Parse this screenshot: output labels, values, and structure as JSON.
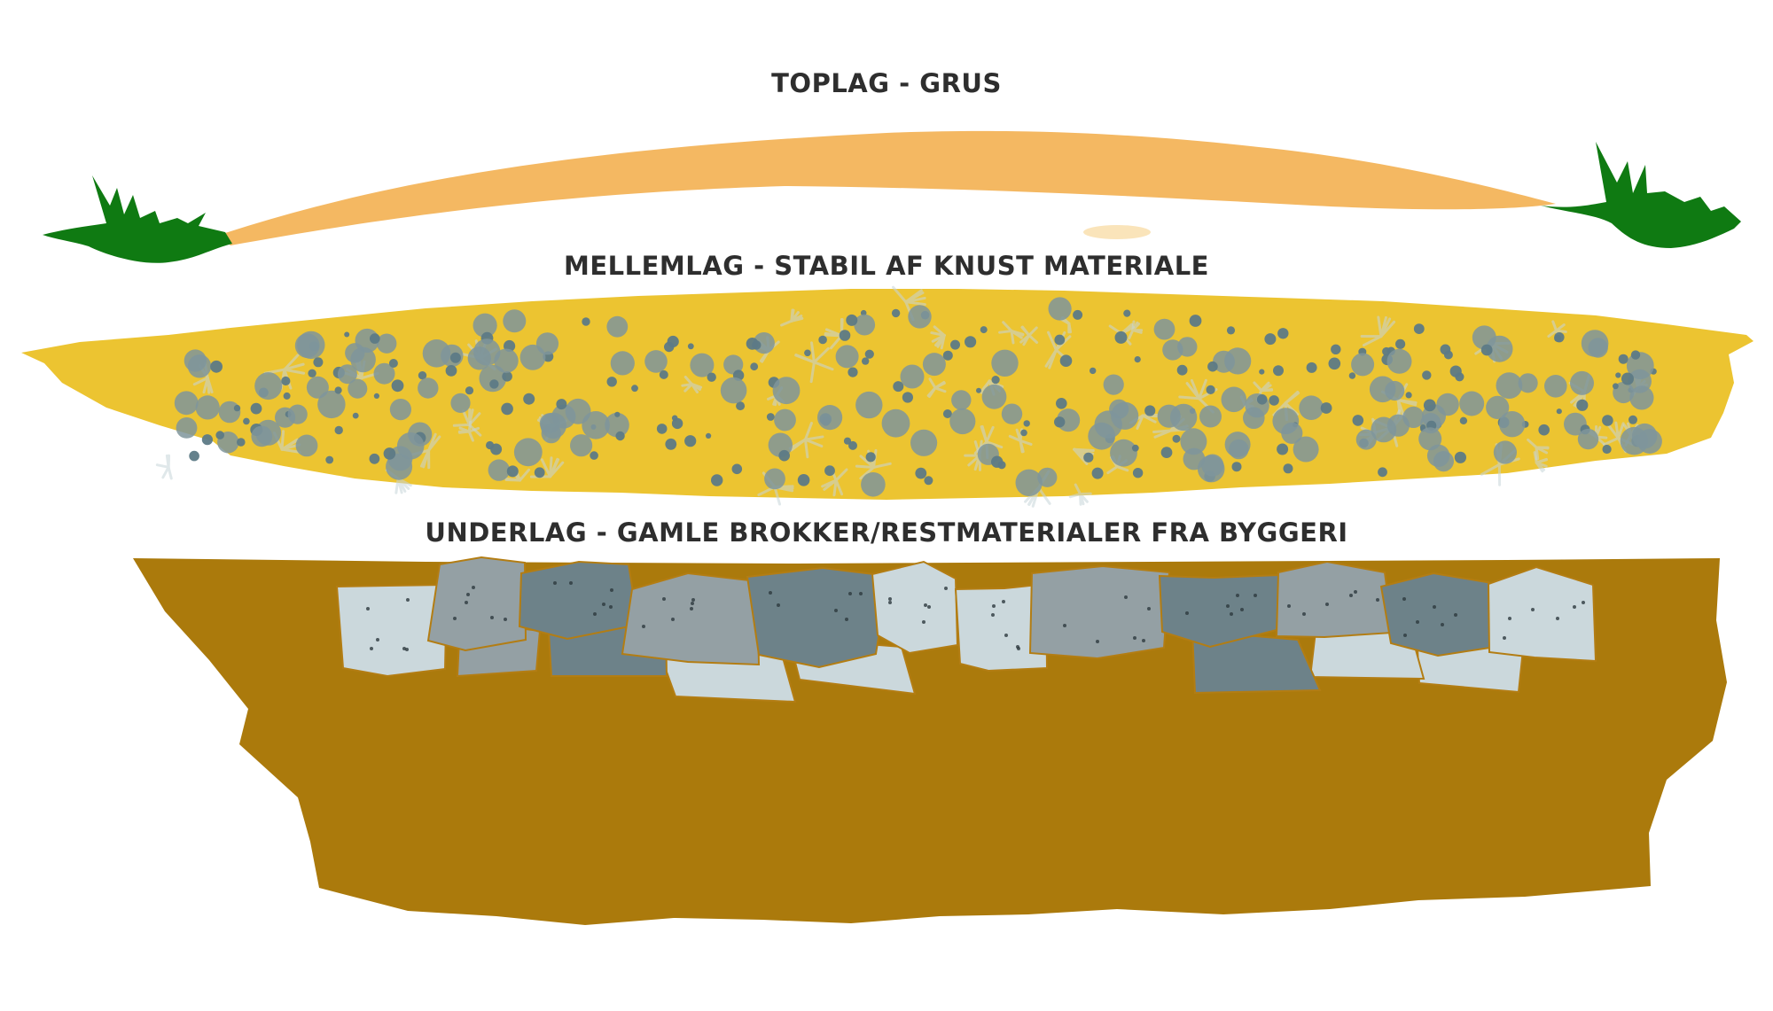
{
  "labels": {
    "top": "TOPLAG - GRUS",
    "middle": "MELLEMLAG - STABIL AF KNUST MATERIALE",
    "bottom": "UNDERLAG - GAMLE BROKKER/RESTMATERIALER FRA BYGGERI"
  },
  "colors": {
    "gravel": "#f4b862",
    "grass": "#0f7a12",
    "stabil": "#ecc431",
    "stone_dark": "#5d7a86",
    "stone_mid": "#7f959b",
    "stone_frost": "#c7d6da",
    "soil": "#ab7a0c",
    "rubble_dark": "#6d8289",
    "rubble_mid": "#94a0a4",
    "rubble_light": "#cbd8dc",
    "rubble_outline": "#b37d13",
    "text": "#2e2e2e"
  }
}
